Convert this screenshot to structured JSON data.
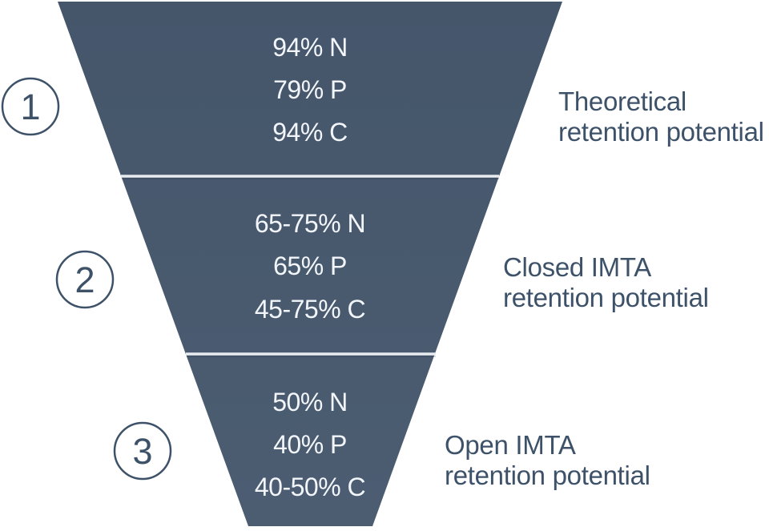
{
  "diagram": {
    "type": "inverted-funnel",
    "tiers": [
      {
        "step": "1",
        "values": [
          "94% N",
          "79% P",
          "94% C"
        ],
        "label_lines": [
          "Theoretical",
          "retention potential"
        ]
      },
      {
        "step": "2",
        "values": [
          "65-75% N",
          "65% P",
          "45-75% C"
        ],
        "label_lines": [
          "Closed IMTA",
          "retention potential"
        ]
      },
      {
        "step": "3",
        "values": [
          "50% N",
          "40% P",
          "40-50% C"
        ],
        "label_lines": [
          "Open IMTA",
          "retention potential"
        ]
      }
    ]
  },
  "colors": {
    "funnel_fill_top": "#45566B",
    "funnel_fill_bottom": "#4C5D72",
    "divider": "#E8ECF0",
    "value_text": "#F2F5F9",
    "label_text": "#3D5269",
    "circle_stroke": "#3D5269",
    "background": "#FFFFFF"
  }
}
